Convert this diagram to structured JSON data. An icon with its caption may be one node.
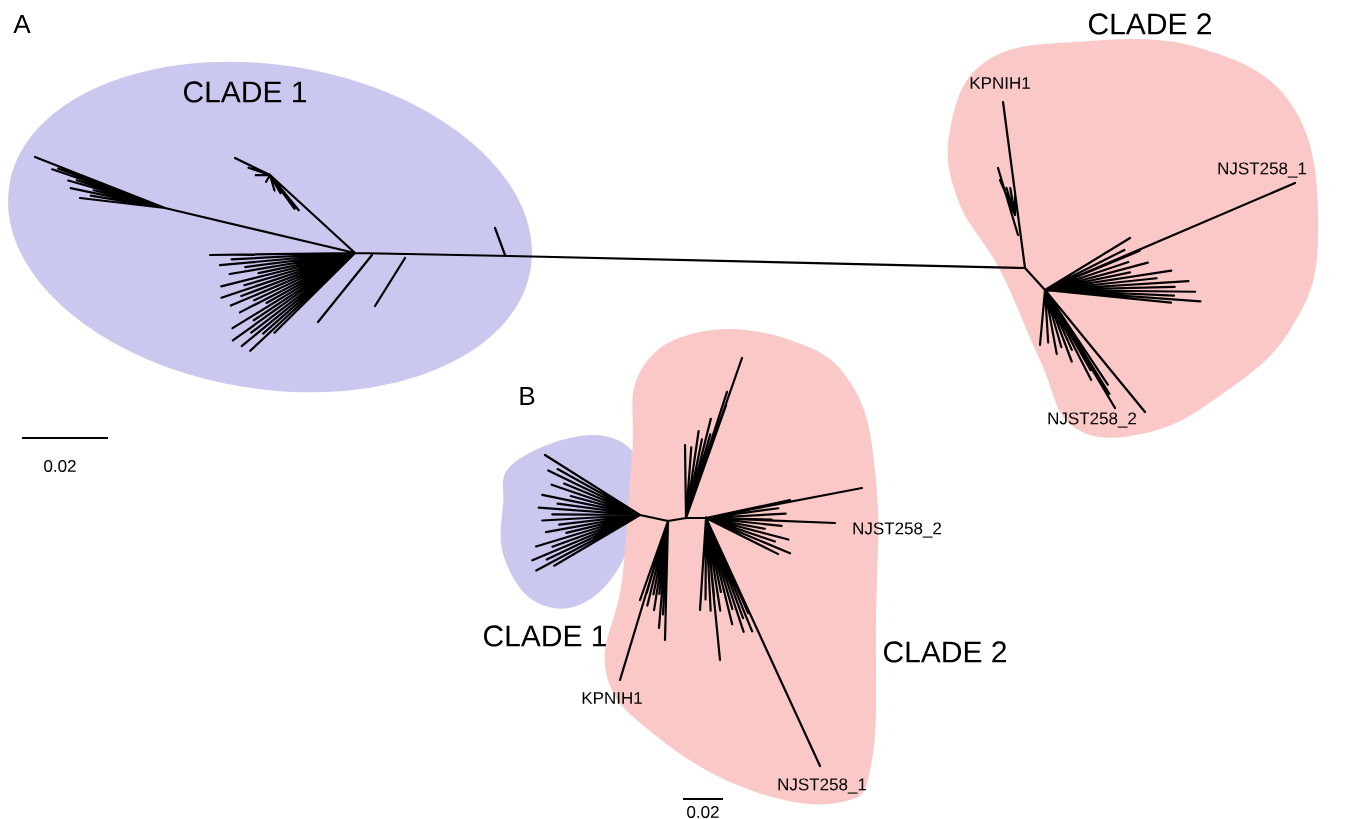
{
  "diagram": {
    "nodes": [
      {
        "text": [
          "CLADE 1"
        ]
      },
      {
        "text": [
          "CLADE 2"
        ]
      },
      {
        "text": [
          "CLADE 1"
        ]
      },
      {
        "text": [
          "CLADE 2"
        ]
      }
    ],
    "labels": [
      "A",
      "KPNIH1",
      "NJST258_1",
      "NJST258_2",
      "0.02",
      "B",
      "NJST258_2",
      "KPNIH1",
      "NJST258_1",
      "0.02"
    ]
  }
}
